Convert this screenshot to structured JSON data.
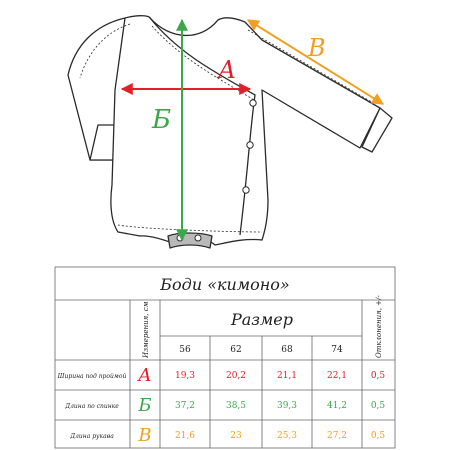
{
  "diagram": {
    "labels": {
      "a": "А",
      "b": "Б",
      "v": "В"
    },
    "colors": {
      "a": "#e0202a",
      "b": "#3aa84a",
      "v": "#f0a020",
      "garment_outline": "#2b2b2b",
      "lining": "#999999"
    }
  },
  "table": {
    "title": "Боди «кимоно»",
    "measure_header": "Измерения, см",
    "size_header": "Размер",
    "deviation_header": "Отклонения, +/-",
    "sizes": [
      "56",
      "62",
      "68",
      "74"
    ],
    "rows": [
      {
        "name": "Ширина под проймой",
        "mark": "А",
        "color": "#e0202a",
        "values": [
          "19,3",
          "20,2",
          "21,1",
          "22,1"
        ],
        "deviation": "0,5"
      },
      {
        "name": "Длина по спинке",
        "mark": "Б",
        "color": "#3aa84a",
        "values": [
          "37,2",
          "38,5",
          "39,3",
          "41,2"
        ],
        "deviation": "0,5"
      },
      {
        "name": "Длина рукава",
        "mark": "В",
        "color": "#f0a020",
        "values": [
          "21,6",
          "23",
          "25,3",
          "27,2"
        ],
        "deviation": "0,5"
      }
    ]
  }
}
